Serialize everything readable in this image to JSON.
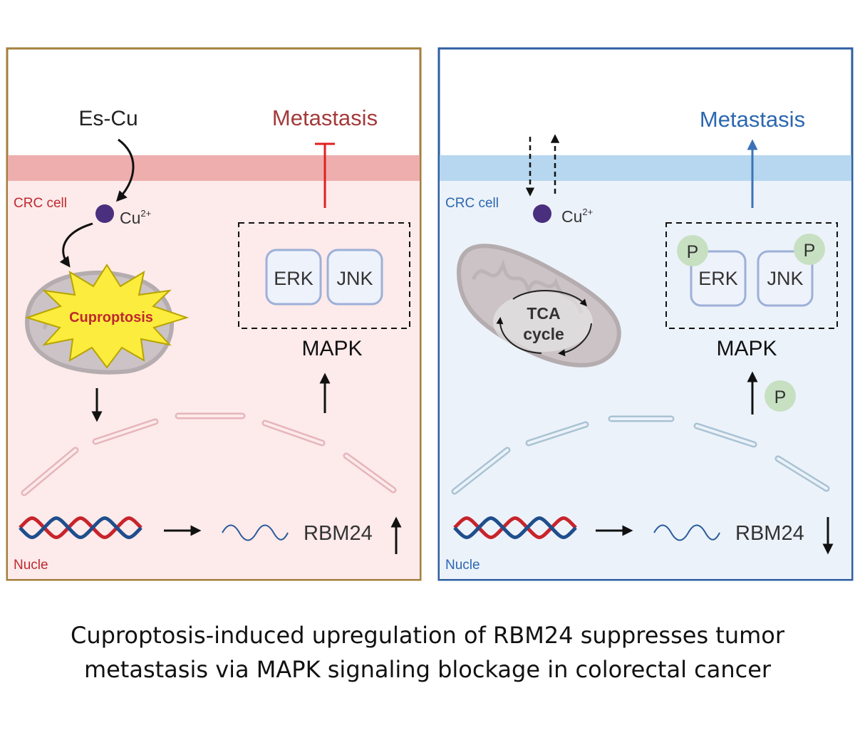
{
  "left_panel": {
    "drug_label": "Es-Cu",
    "metastasis_label": "Metastasis",
    "cell_label": "CRC cell",
    "ion_label": "Cu",
    "ion_charge": "2+",
    "burst_label": "Cuproptosis",
    "kinase_1": "ERK",
    "kinase_2": "JNK",
    "pathway_label": "MAPK",
    "gene_label": "RBM24",
    "nucleus_label": "Nucle",
    "colors": {
      "border": "#a47f3c",
      "fill": "#fdeaea",
      "membrane": "#eeaeae",
      "accent": "#c0282f"
    }
  },
  "right_panel": {
    "metastasis_label": "Metastasis",
    "cell_label": "CRC cell",
    "ion_label": "Cu",
    "ion_charge": "2+",
    "tca_line1": "TCA",
    "tca_line2": "cycle",
    "phospho_label": "P",
    "kinase_1": "ERK",
    "kinase_2": "JNK",
    "pathway_label": "MAPK",
    "gene_label": "RBM24",
    "nucleus_label": "Nucle",
    "colors": {
      "border": "#2e5fa0",
      "fill": "#ecf2fa",
      "membrane": "#b6d7ef",
      "accent": "#2c67b0"
    }
  },
  "caption": {
    "line1": "Cuproptosis-induced upregulation of RBM24 suppresses tumor",
    "line2": "metastasis via MAPK signaling blockage in colorectal cancer"
  }
}
